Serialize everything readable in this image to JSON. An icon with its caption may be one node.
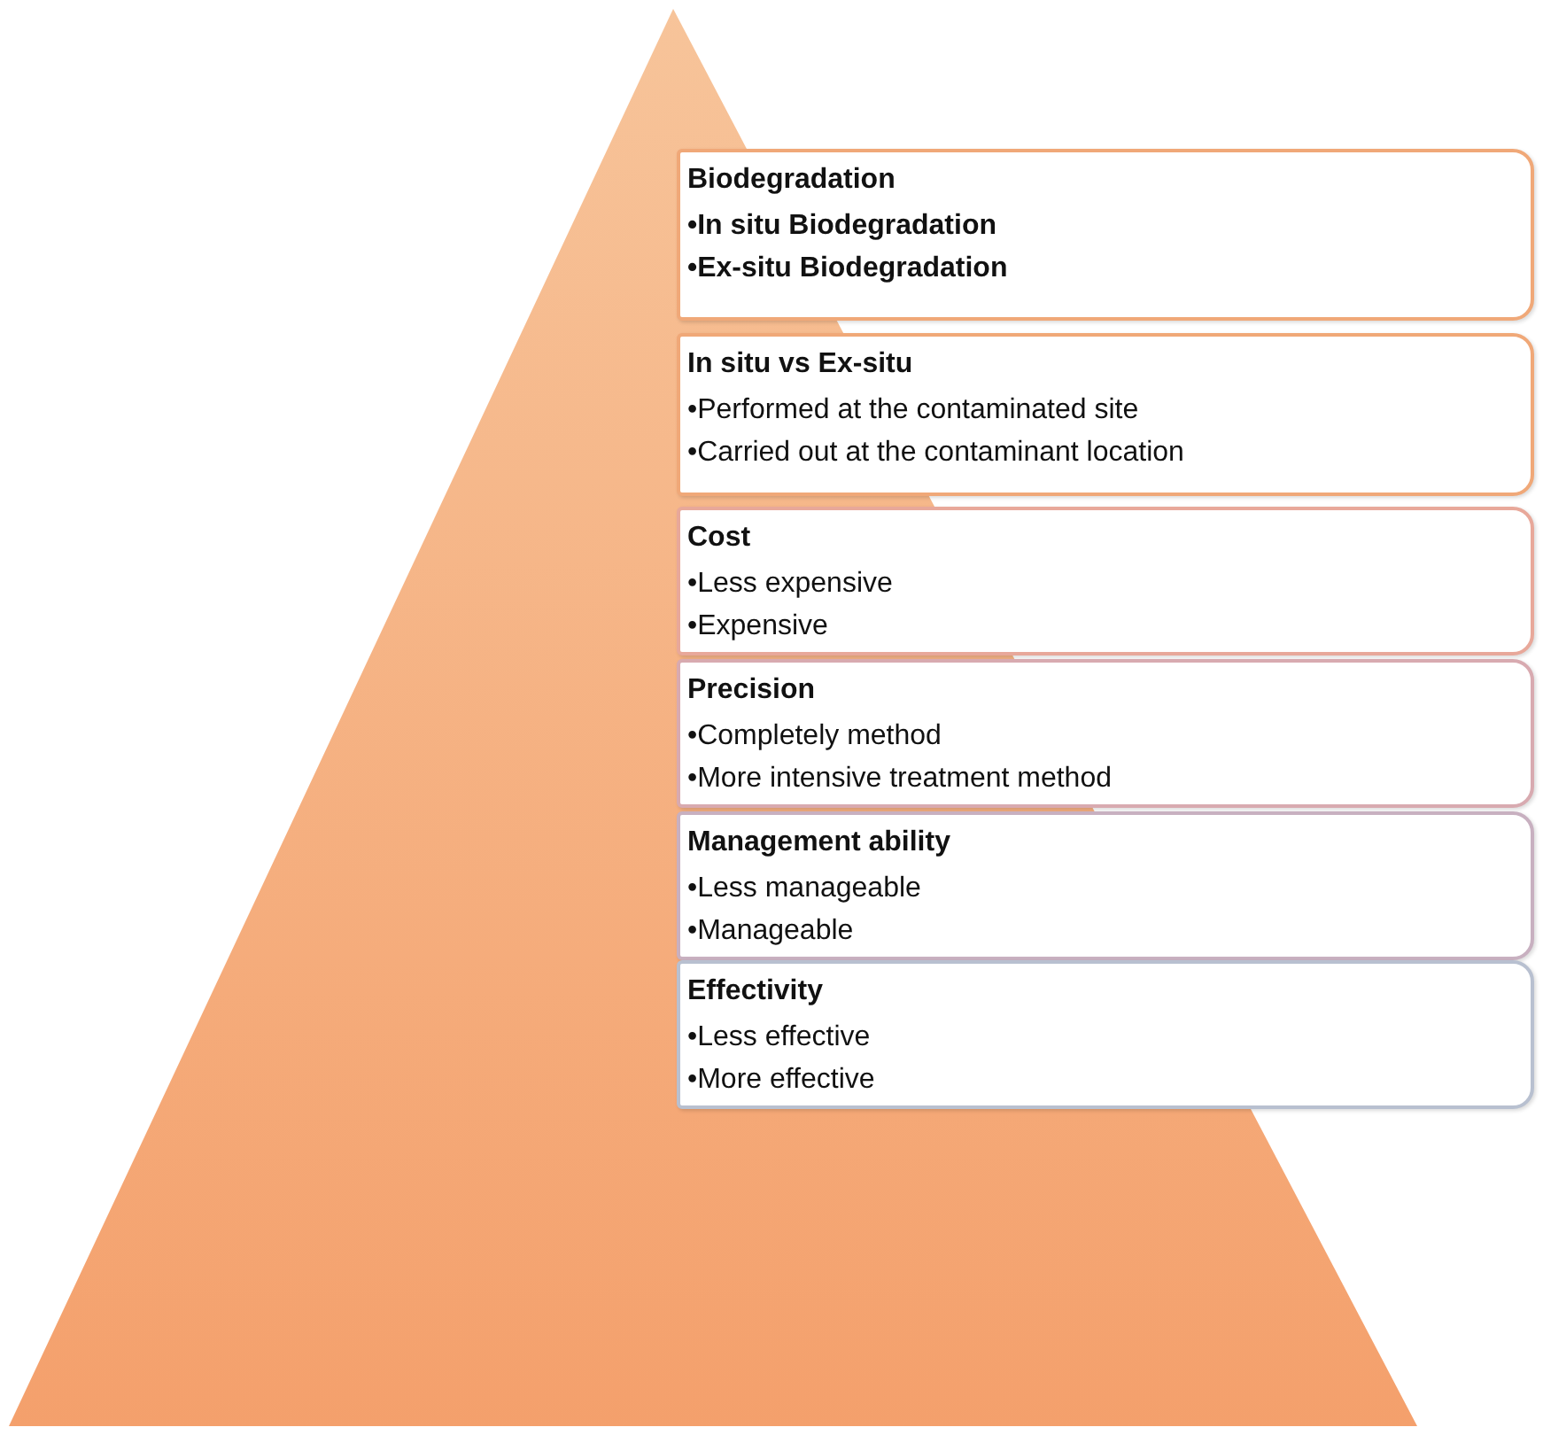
{
  "diagram": {
    "nodes": [
      {
        "text": [
          "Biodegradation",
          "•In situ Biodegradation",
          "•Ex-situ Biodegradation"
        ]
      },
      {
        "text": [
          "In situ vs Ex-situ",
          "•Performed at the contaminated site",
          "•Carried out at the contaminant location"
        ]
      },
      {
        "text": [
          "Cost",
          "•Less expensive",
          "•Expensive"
        ]
      },
      {
        "text": [
          "Precision",
          "•Completely method",
          "•More intensive treatment method"
        ]
      },
      {
        "text": [
          "Management ability",
          "•Less manageable",
          "•Manageable"
        ]
      },
      {
        "text": [
          "Effectivity",
          "•Less effective",
          "•More effective"
        ]
      }
    ]
  }
}
